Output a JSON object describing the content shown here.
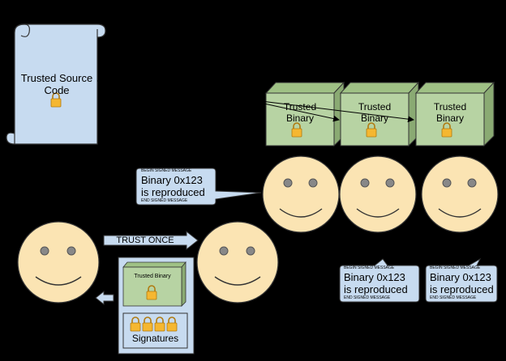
{
  "colors": {
    "background": "#000000",
    "scroll_fill": "#c7dbf0",
    "cube_front": "#b7d3a3",
    "cube_top": "#9fc185",
    "cube_side": "#8aaa73",
    "face": "#fbe4b3",
    "bubble": "#c7dbf0",
    "panel": "#c7dbf0",
    "lock": "#f5b731"
  },
  "source": {
    "title": "Trusted Source Code",
    "lock_icon": "padlock-icon"
  },
  "binaries": [
    {
      "label": "Trusted Binary",
      "lock_icon": "padlock-icon"
    },
    {
      "label": "Trusted Binary",
      "lock_icon": "padlock-icon"
    },
    {
      "label": "Trusted Binary",
      "lock_icon": "padlock-icon"
    }
  ],
  "signed_messages": [
    {
      "begin": "BEGIN SIGNED MESSAGE",
      "body_line1": "Binary 0x123",
      "body_line2": "is reproduced",
      "end": "END SIGNED MESSAGE"
    },
    {
      "begin": "BEGIN SIGNED MESSAGE",
      "body_line1": "Binary 0x123",
      "body_line2": "is reproduced",
      "end": "END SIGNED MESSAGE"
    },
    {
      "begin": "BEGIN SIGNED MESSAGE",
      "body_line1": "Binary 0x123",
      "body_line2": "is reproduced",
      "end": "END SIGNED MESSAGE"
    }
  ],
  "trust_arrow": {
    "label": "TRUST ONCE"
  },
  "bundle": {
    "binary_label": "Trusted Binary",
    "signatures_label": "Signatures",
    "signature_lock_count": 4
  }
}
